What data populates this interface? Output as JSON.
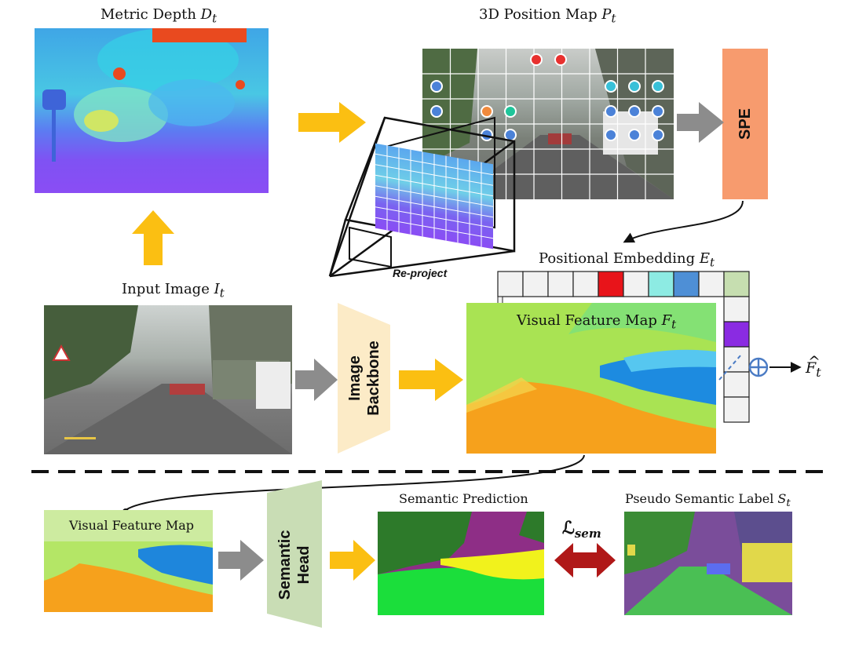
{
  "labels": {
    "metric_depth": "Metric Depth",
    "metric_depth_sym": "D",
    "metric_depth_sub": "t",
    "position_map": "3D Position Map",
    "position_map_sym": "P",
    "position_map_sub": "t",
    "spe": "SPE",
    "reproject": "Re-project",
    "input_image": "Input Image",
    "input_image_sym": "I",
    "input_image_sub": "t",
    "positional_embedding": "Positional Embedding",
    "positional_embedding_sym": "E",
    "positional_embedding_sub": "t",
    "image_backbone_1": "Image",
    "image_backbone_2": "Backbone",
    "visual_feature_map_t": "Visual Feature Map",
    "visual_feature_map_t_sym": "F",
    "visual_feature_map_t_sub": "t",
    "output_sym": "F",
    "output_sub": "t",
    "visual_feature_map": "Visual Feature Map",
    "semantic_head_1": "Semantic",
    "semantic_head_2": "Head",
    "semantic_prediction": "Semantic Prediction",
    "loss_sym": "ℒ",
    "loss_sub": "sem",
    "pseudo_label": "Pseudo Semantic Label",
    "pseudo_label_sym": "S",
    "pseudo_label_sub": "t"
  },
  "colors": {
    "arrow_yellow": "#FBBF12",
    "arrow_gray": "#8C8C8C",
    "arrow_red": "#B01818",
    "spe_fill": "#F79B6E",
    "backbone_fill": "#FCEBC7",
    "head_fill": "#C9DDB5"
  }
}
